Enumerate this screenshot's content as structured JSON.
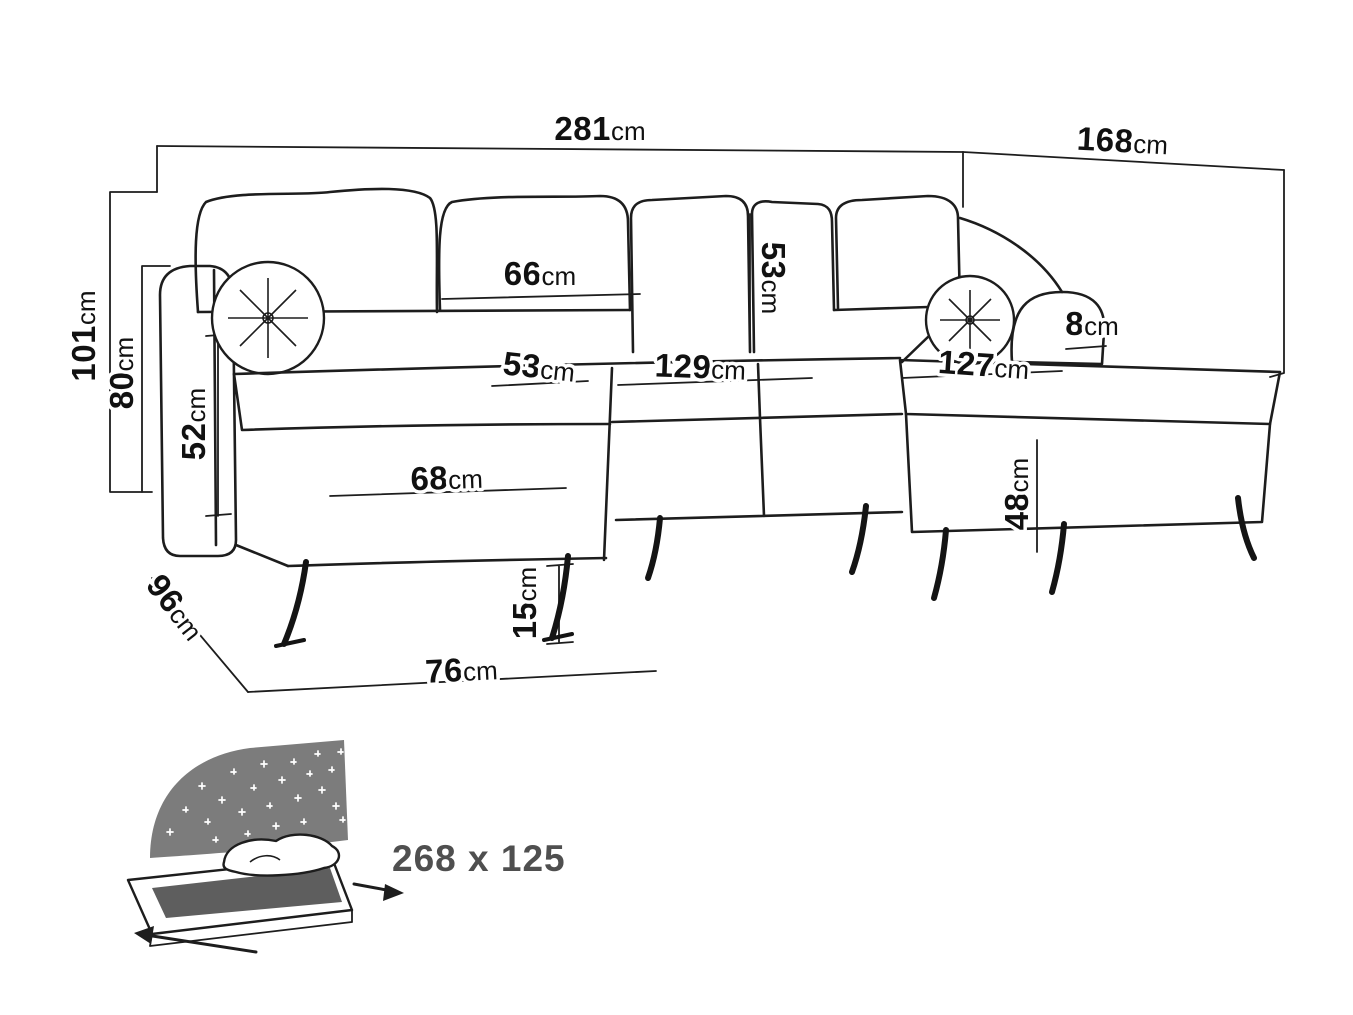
{
  "diagram_type": "sofa-dimension-technical-drawing",
  "labels": {
    "top_width": {
      "value": "281",
      "unit": "cm"
    },
    "right_depth": {
      "value": "168",
      "unit": "cm"
    },
    "overall_height": {
      "value": "101",
      "unit": "cm"
    },
    "backrest_height": {
      "value": "80",
      "unit": "cm"
    },
    "armrest_height": {
      "value": "52",
      "unit": "cm"
    },
    "side_depth": {
      "value": "96",
      "unit": "cm"
    },
    "chaise_front_width": {
      "value": "76",
      "unit": "cm"
    },
    "leg_height": {
      "value": "15",
      "unit": "cm"
    },
    "chaise_length": {
      "value": "68",
      "unit": "cm"
    },
    "seat_depth": {
      "value": "53",
      "unit": "cm"
    },
    "back_cushion_width": {
      "value": "66",
      "unit": "cm"
    },
    "middle_seat_width": {
      "value": "129",
      "unit": "cm"
    },
    "back_cushion_height": {
      "value": "53",
      "unit": "cm"
    },
    "right_seat_width": {
      "value": "127",
      "unit": "cm"
    },
    "armrest_width": {
      "value": "8",
      "unit": "cm"
    },
    "right_seat_height": {
      "value": "48",
      "unit": "cm"
    }
  },
  "sleeping_area": {
    "label": "268 x 125"
  },
  "colors": {
    "line": "#1d1d1d",
    "icon_sky": "#7c7c7c",
    "icon_mattress_top": "#5e5e5e",
    "text": "#111111",
    "sleep_text": "#4f4f4f"
  }
}
